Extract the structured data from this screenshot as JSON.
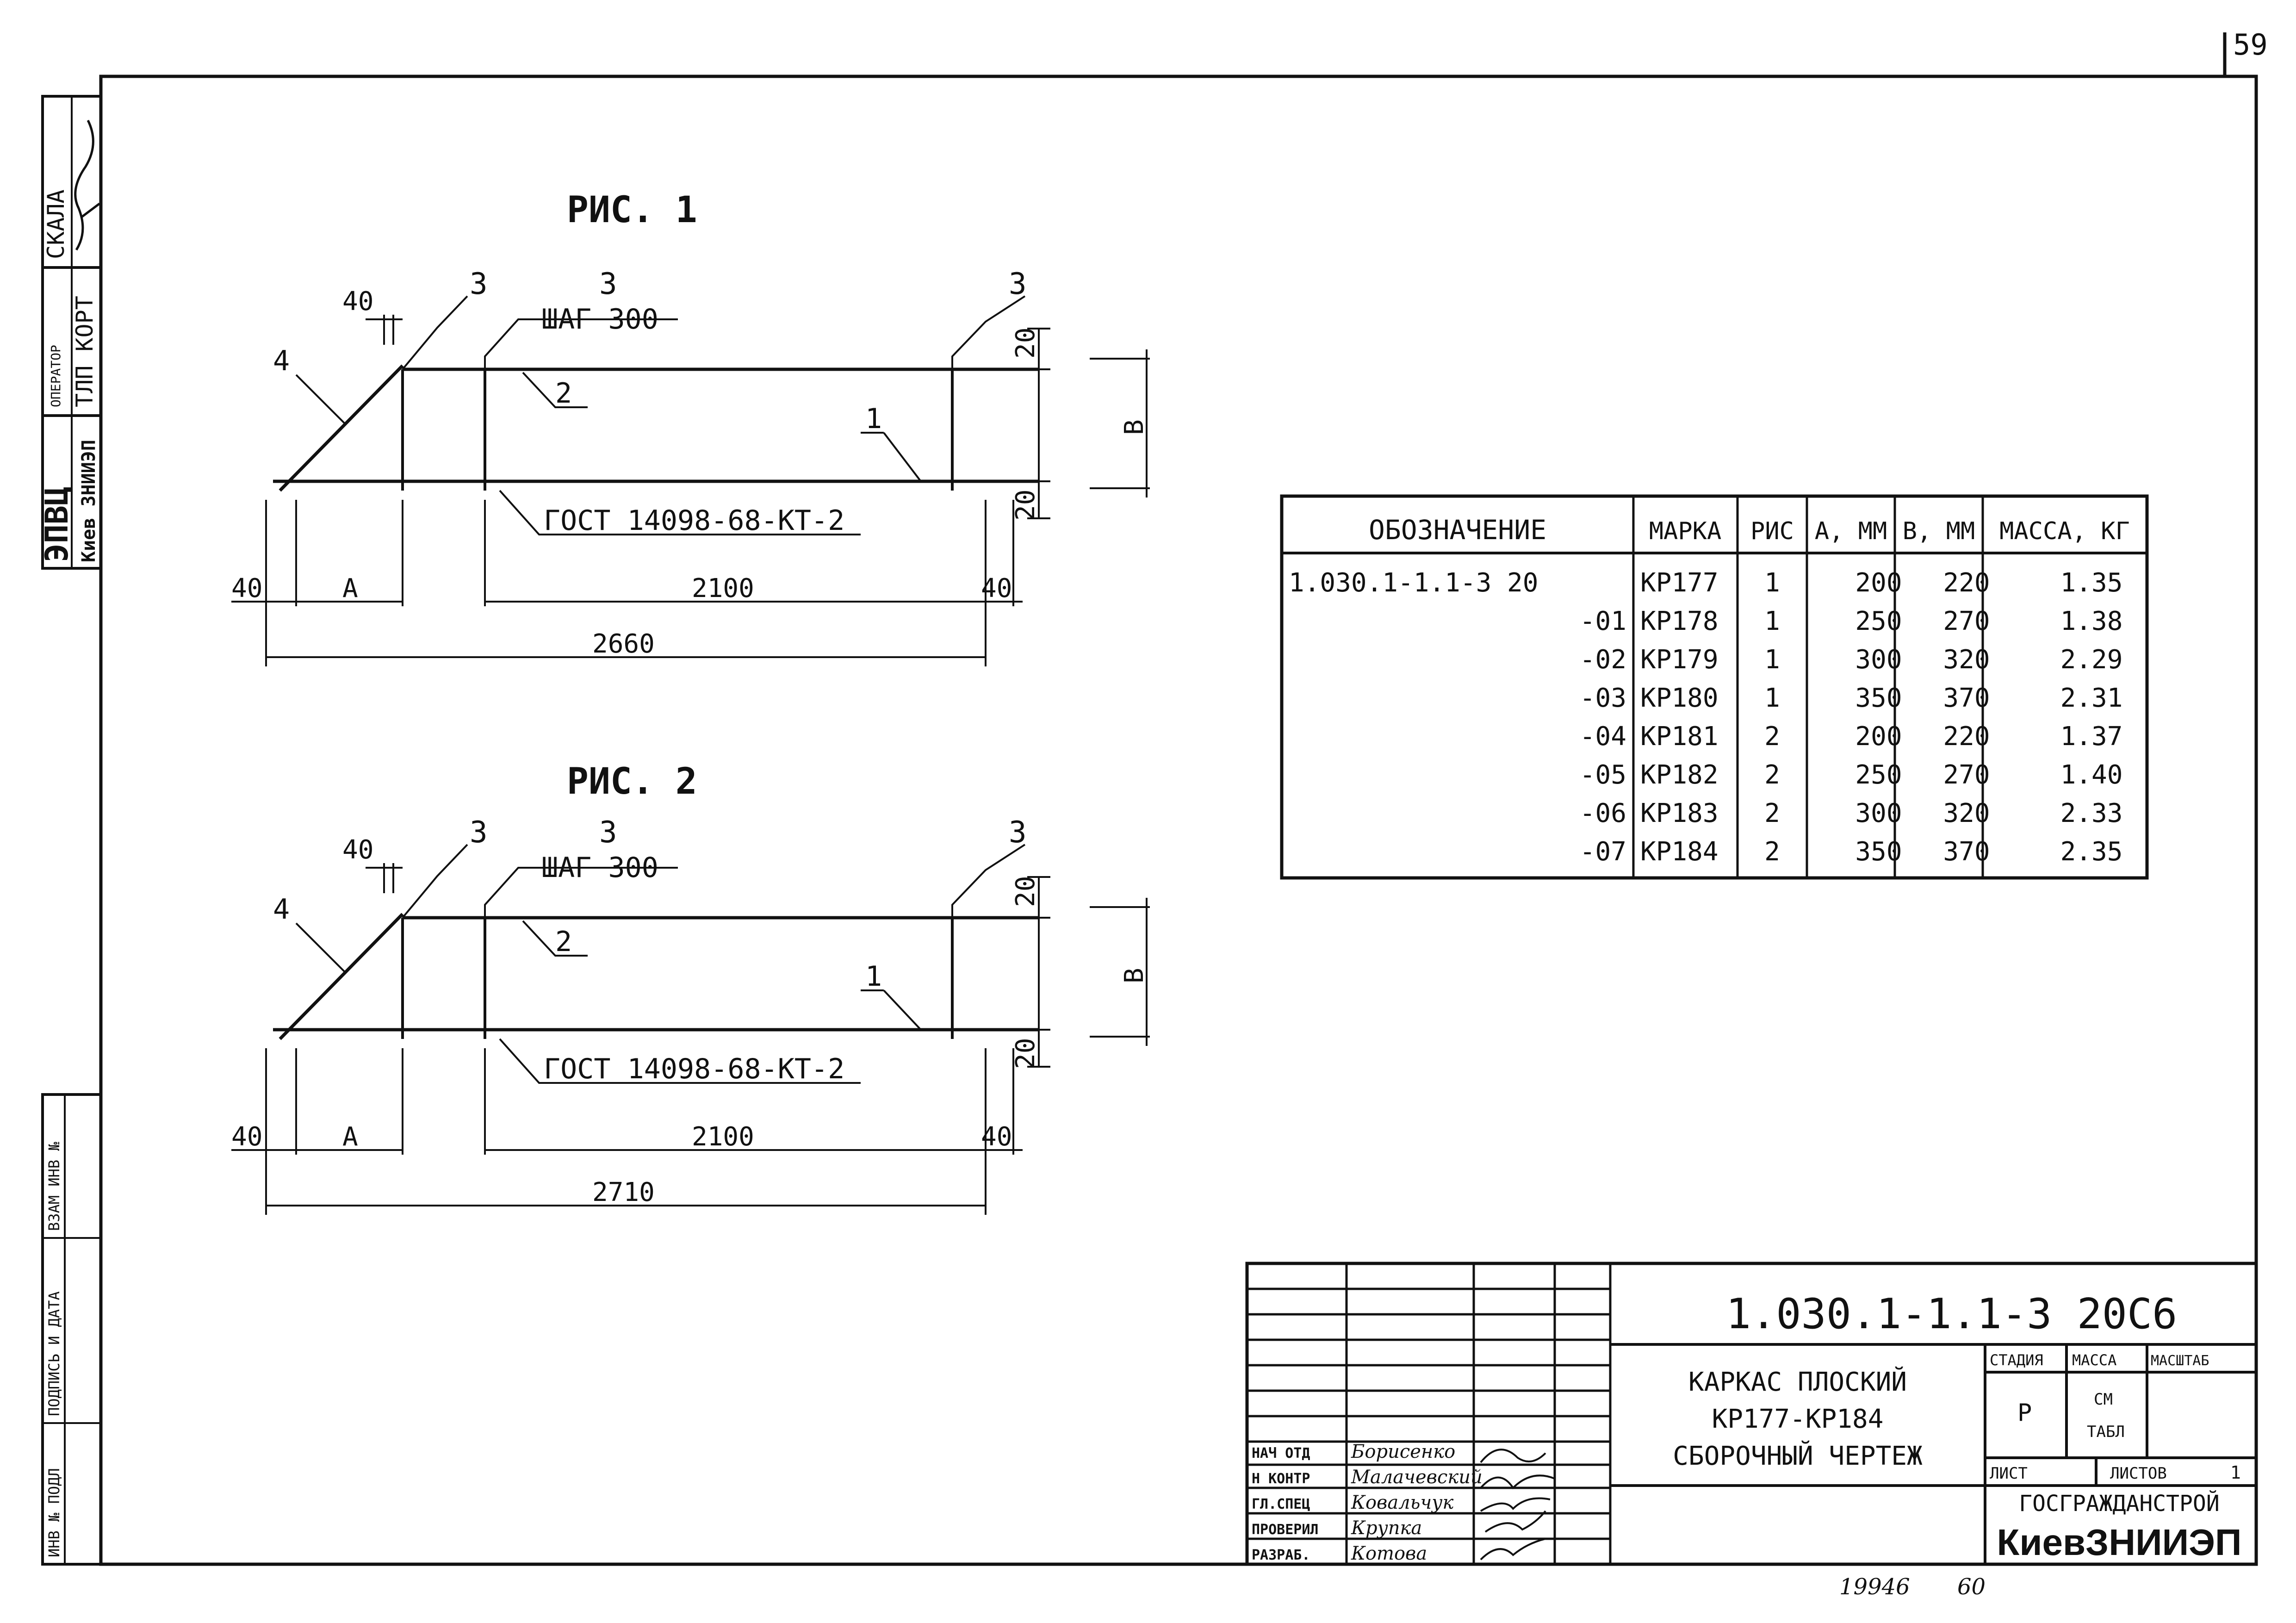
{
  "sheet_number": "59",
  "left_strip": {
    "skala": "СКАЛА",
    "operator": "ОПЕРАТОР",
    "tlp_kort": "ТЛП КОРТ",
    "epvts": "ЭПВЦ",
    "kiev_zniiep": "Киев ЗНИИЭП",
    "vzam_inv": "ВЗАМ ИНВ №",
    "podpis_data": "ПОДПИСЬ И ДАТА",
    "inv_podl": "ИНВ № ПОДЛ"
  },
  "figures": [
    {
      "title": "РИС. 1",
      "dims": {
        "left_40": "40",
        "a": "A",
        "span": "2100",
        "right_40": "40",
        "total": "2660",
        "top_40": "40",
        "top_20": "20",
        "bot_20": "20",
        "b": "B"
      },
      "callouts": {
        "c1": "1",
        "c2": "2",
        "c3a": "3",
        "c3b": "3",
        "c3c": "3",
        "c4": "4"
      },
      "pitch": "ШАГ 300",
      "gost": "ГОСТ 14098-68-КТ-2"
    },
    {
      "title": "РИС. 2",
      "dims": {
        "left_40": "40",
        "a": "A",
        "span": "2100",
        "right_40": "40",
        "total": "2710",
        "top_40": "40",
        "top_20": "20",
        "bot_20": "20",
        "b": "B"
      },
      "callouts": {
        "c1": "1",
        "c2": "2",
        "c3a": "3",
        "c3b": "3",
        "c3c": "3",
        "c4": "4"
      },
      "pitch": "ШАГ 300",
      "gost": "ГОСТ 14098-68-КТ-2"
    }
  ],
  "spec_table": {
    "headers": [
      "ОБОЗНАЧЕНИЕ",
      "МАРКА",
      "РИС",
      "A, ММ",
      "B, ММ",
      "МАССА, КГ"
    ],
    "rows": [
      [
        "1.030.1-1.1-3 20",
        "КР177",
        "1",
        "200",
        "220",
        "1.35"
      ],
      [
        "-01",
        "КР178",
        "1",
        "250",
        "270",
        "1.38"
      ],
      [
        "-02",
        "КР179",
        "1",
        "300",
        "320",
        "2.29"
      ],
      [
        "-03",
        "КР180",
        "1",
        "350",
        "370",
        "2.31"
      ],
      [
        "-04",
        "КР181",
        "2",
        "200",
        "220",
        "1.37"
      ],
      [
        "-05",
        "КР182",
        "2",
        "250",
        "270",
        "1.40"
      ],
      [
        "-06",
        "КР183",
        "2",
        "300",
        "320",
        "2.33"
      ],
      [
        "-07",
        "КР184",
        "2",
        "350",
        "370",
        "2.35"
      ]
    ]
  },
  "title_block": {
    "code": "1.030.1-1.1-3 20С6",
    "name_lines": [
      "КАРКАС ПЛОСКИЙ",
      "КР177-КР184",
      "СБОРОЧНЫЙ ЧЕРТЕЖ"
    ],
    "stadiya_label": "СТАДИЯ",
    "massa_label": "МАССА",
    "masshtab_label": "МАСШТАБ",
    "stadiya_value": "Р",
    "massa_value_1": "СМ",
    "massa_value_2": "ТАБЛ",
    "list_label": "ЛИСТ",
    "listov_label": "ЛИСТОВ",
    "listov_value": "1",
    "org_line1": "ГОСГРАЖДАНСТРОЙ",
    "org_line2": "КиевЗНИИЭП",
    "roles": [
      {
        "role": "НАЧ ОТД",
        "name": "Борисенко"
      },
      {
        "role": "Н КОНТР",
        "name": "Малачевский"
      },
      {
        "role": "ГЛ.СПЕЦ",
        "name": "Ковальчук"
      },
      {
        "role": "ПРОВЕРИЛ",
        "name": "Крупка"
      },
      {
        "role": "РАЗРАБ.",
        "name": "Котова"
      }
    ]
  },
  "footer": {
    "left": "19946",
    "right": "60"
  }
}
